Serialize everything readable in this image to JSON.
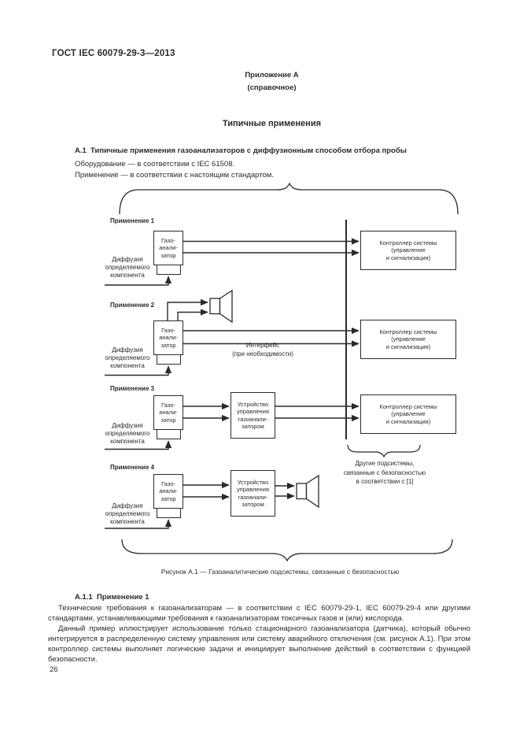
{
  "page": {
    "doc_number": "ГОСТ IEC 60079-29-3—2013",
    "page_number": "26"
  },
  "annex": {
    "title": "Приложение А",
    "subtitle": "(справочное)",
    "main_title": "Типичные применения"
  },
  "section_a1": {
    "heading": "А.1  Типичные применения газоанализаторов с диффузионным способом отбора пробы",
    "equipment_line": "Оборудование — в соответствии с IEC 61508.",
    "application_line": "Применение — в соответствии с настоящим стандартом."
  },
  "diagram": {
    "applications": [
      "Применение 1",
      "Применение 2",
      "Применение 3",
      "Применение 4"
    ],
    "analyzer_box": [
      "Газо-",
      "анали-",
      "затор"
    ],
    "diffusion_label": [
      "Диффузия",
      "определяемого",
      "компонента"
    ],
    "controller_box": [
      "Контроллер системы",
      "(управление",
      "и сигнализация)"
    ],
    "control_device_box": [
      "Устройство",
      "управления",
      "газоанали-",
      "затором"
    ],
    "interface_label": [
      "Интерфейс",
      "(при необходимости)"
    ],
    "other_subsystems_label": [
      "Другие подсистемы,",
      "связанные с безопасностью",
      "в соответствии с [1]"
    ],
    "caption": "Рисунок А.1 — Газоаналитические подсистемы, связанные с безопасностью",
    "icons": {
      "alarm": "speaker-horn-icon"
    }
  },
  "section_a11": {
    "heading": "А.1.1  Применение 1",
    "para1": "Технические требования к газоанализаторам — в соответствии с IEC 60079-29-1, IEC 60079-29-4 или другими стандартами, устанавливающими требования к газоанализаторам токсичных газов и (или) кислорода.",
    "para2": "Данный пример иллюстрирует использование только стационарного газоанализатора (датчика), который обычно интегрируется в распределенную систему управления или систему аварийного отключения (см. рисунок А.1). При этом контроллер системы выполняет логические задачи и инициирует выполнение действий в соответствии с функцией безопасности."
  },
  "colors": {
    "text": "#2a2a2a",
    "line": "#2a2a2a",
    "background": "#ffffff"
  }
}
